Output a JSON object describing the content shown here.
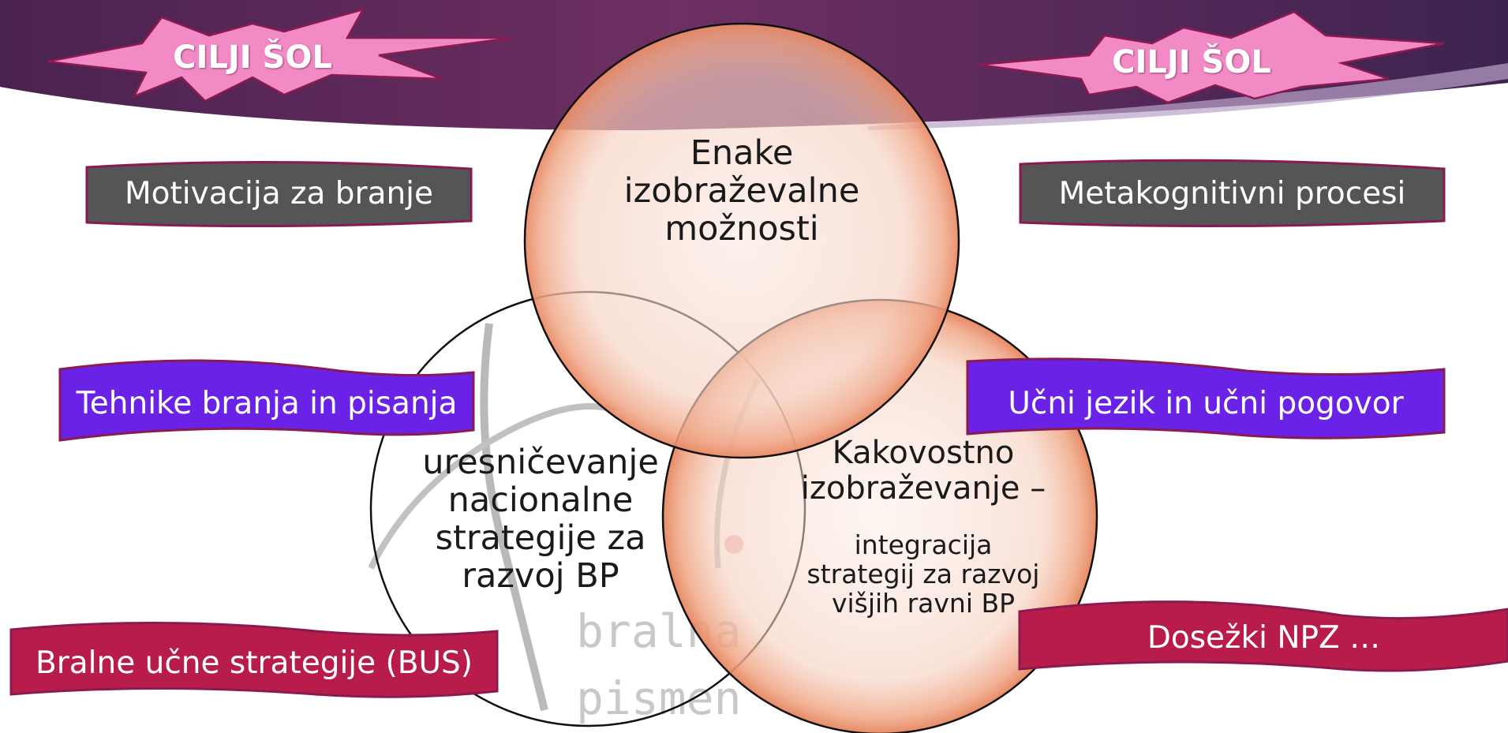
{
  "header": {
    "left_star": "CILJI ŠOL",
    "right_star": "CILJI ŠOL"
  },
  "circles": {
    "top": [
      "Enake",
      "izobraževalne",
      "možnosti"
    ],
    "left": [
      "uresničevanje",
      "nacionalne",
      "strategije za",
      "razvoj BP"
    ],
    "right_main": [
      "Kakovostno",
      "izobraževanje –"
    ],
    "right_sub": [
      "integracija",
      "strategij za razvoj",
      "višjih ravni BP"
    ]
  },
  "banners": {
    "motivacija": "Motivacija za branje",
    "metakognitivni": "Metakognitivni procesi",
    "tehnike": "Tehnike branja in pisanja",
    "ucni_jezik": "Učni jezik in učni pogovor",
    "bralne": "Bralne učne strategije (BUS)",
    "dosezki": "Dosežki NPZ …"
  },
  "watermark": {
    "line1": "bralna",
    "line2": "pismen"
  },
  "colors": {
    "header_purple": "#5a2a5a",
    "gray_banner": "#555555",
    "violet_banner": "#6a22e6",
    "crimson_banner": "#b81c4a",
    "star_pink": "#f28ac6",
    "circle_peach": "#f6c8b4"
  }
}
